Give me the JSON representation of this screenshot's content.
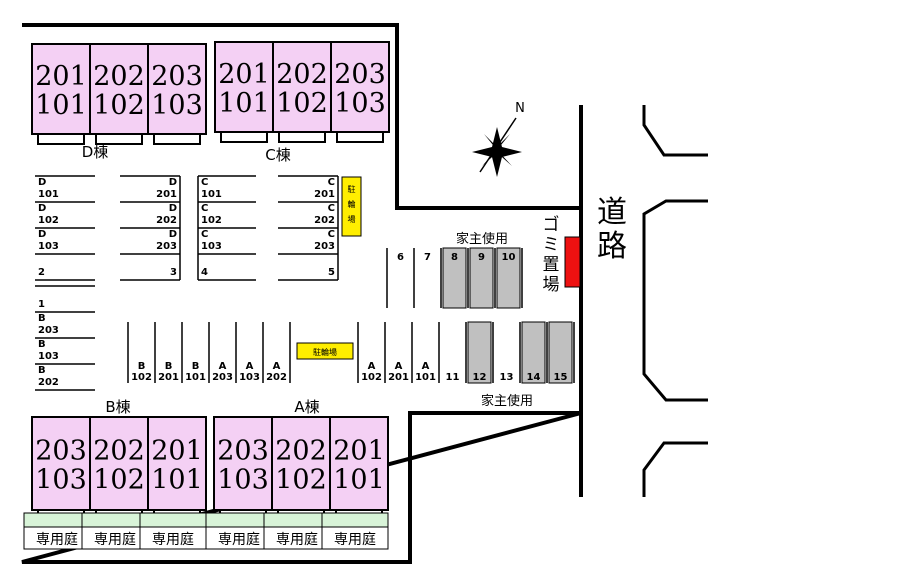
{
  "buildings": {
    "D": {
      "label": "D棟",
      "units": [
        {
          "upper": "201",
          "lower": "101"
        },
        {
          "upper": "202",
          "lower": "102"
        },
        {
          "upper": "203",
          "lower": "103"
        }
      ]
    },
    "C": {
      "label": "C棟",
      "units": [
        {
          "upper": "201",
          "lower": "101"
        },
        {
          "upper": "202",
          "lower": "102"
        },
        {
          "upper": "203",
          "lower": "103"
        }
      ]
    },
    "B": {
      "label": "B棟",
      "units": [
        {
          "upper": "203",
          "lower": "103"
        },
        {
          "upper": "202",
          "lower": "102"
        },
        {
          "upper": "201",
          "lower": "101"
        }
      ]
    },
    "A": {
      "label": "A棟",
      "units": [
        {
          "upper": "203",
          "lower": "103"
        },
        {
          "upper": "202",
          "lower": "102"
        },
        {
          "upper": "201",
          "lower": "101"
        }
      ]
    }
  },
  "labels": {
    "bicycle_parking": "駐輪場",
    "bicycle_parking_vertical": [
      "駐",
      "輪",
      "場"
    ],
    "owner_use": "家主使用",
    "garbage": [
      "ゴ",
      "ミ",
      "置",
      "場"
    ],
    "road": [
      "道",
      "路"
    ],
    "private_garden": "専用庭",
    "north": "N"
  },
  "parking": {
    "d_left": [
      {
        "t": "D",
        "b": "101"
      },
      {
        "t": "D",
        "b": "102"
      },
      {
        "t": "D",
        "b": "103"
      },
      {
        "t": "",
        "b": "2"
      }
    ],
    "d_right": [
      {
        "t": "D",
        "b": "201"
      },
      {
        "t": "D",
        "b": "202"
      },
      {
        "t": "D",
        "b": "203"
      },
      {
        "t": "",
        "b": "3"
      }
    ],
    "c_left": [
      {
        "t": "C",
        "b": "101"
      },
      {
        "t": "C",
        "b": "102"
      },
      {
        "t": "C",
        "b": "103"
      },
      {
        "t": "",
        "b": "4"
      }
    ],
    "c_right": [
      {
        "t": "C",
        "b": "201"
      },
      {
        "t": "C",
        "b": "202"
      },
      {
        "t": "C",
        "b": "203"
      },
      {
        "t": "",
        "b": "5"
      }
    ],
    "b_left": [
      {
        "t": "",
        "b": "1"
      },
      {
        "t": "B",
        "b": "203"
      },
      {
        "t": "B",
        "b": "103"
      },
      {
        "t": "B",
        "b": "202"
      }
    ],
    "mid_row": [
      {
        "t": "B",
        "b": "102"
      },
      {
        "t": "B",
        "b": "201"
      },
      {
        "t": "B",
        "b": "101"
      },
      {
        "t": "A",
        "b": "203"
      },
      {
        "t": "A",
        "b": "103"
      },
      {
        "t": "A",
        "b": "202"
      }
    ],
    "right_row": [
      {
        "t": "A",
        "b": "102"
      },
      {
        "t": "A",
        "b": "201"
      },
      {
        "t": "A",
        "b": "101"
      },
      {
        "t": "",
        "b": "11"
      },
      {
        "t": "",
        "b": "12"
      },
      {
        "t": "",
        "b": "13"
      },
      {
        "t": "",
        "b": "14"
      },
      {
        "t": "",
        "b": "15"
      }
    ],
    "top_row": [
      "6",
      "7",
      "8",
      "9",
      "10"
    ]
  },
  "colors": {
    "unit_fill": "#f4d0f4",
    "garden_fill": "#d8f4d8",
    "owner_fill": "#c0c0c0",
    "bike_fill": "#ffee00",
    "garbage_fill": "#ee1111"
  }
}
